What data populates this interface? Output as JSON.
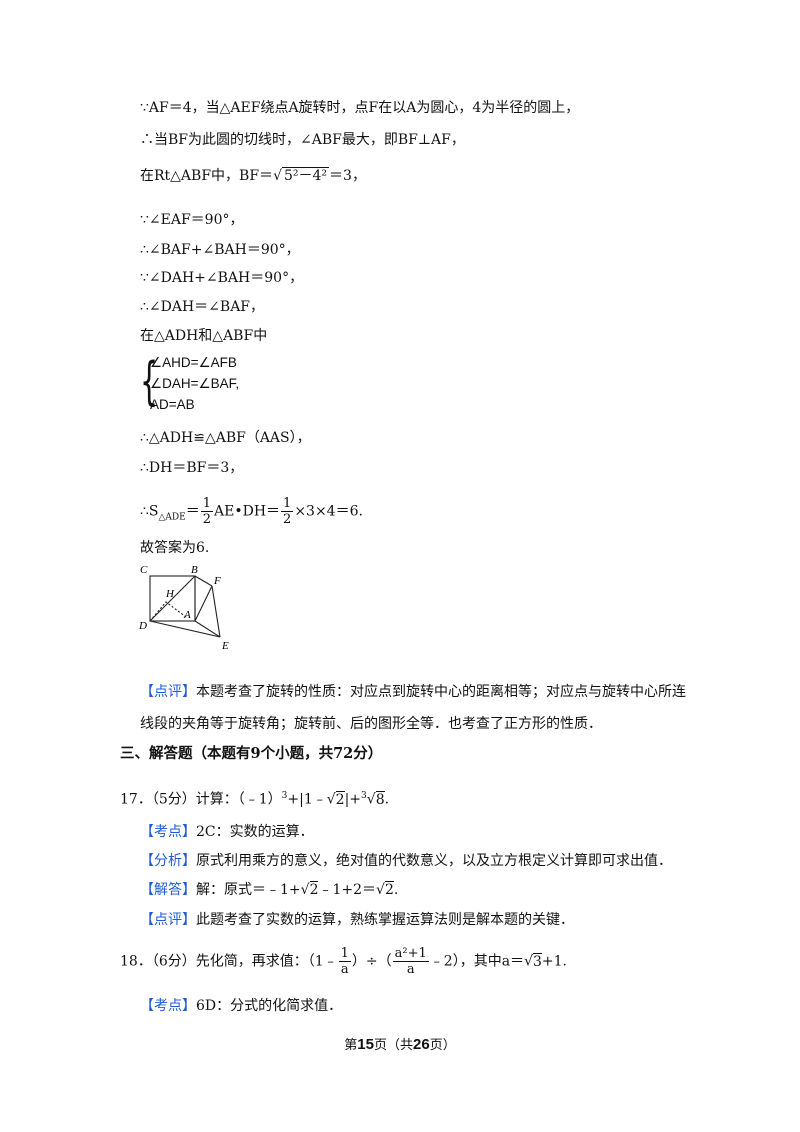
{
  "lines": {
    "l1": "∵AF＝4，当△AEF绕点A旋转时，点F在以A为圆心，4为半径的圆上，",
    "l2": "∴当BF为此圆的切线时，∠ABF最大，即BF⊥AF，",
    "l3_pre": "在Rt△ABF中，BF＝",
    "l3_rad": "5²－4²",
    "l3_post": "＝3，",
    "l4": "∵∠EAF＝90°，",
    "l5": "∴∠BAF+∠BAH＝90°，",
    "l6": "∵∠DAH+∠BAH＝90°，",
    "l7": "∴∠DAH＝∠BAF，",
    "l8": "在△ADH和△ABF中",
    "c1": "∠AHD=∠AFB",
    "c2": "∠DAH=∠BAF,",
    "c3": "AD=AB",
    "l9": "∴△ADH≌△ABF（AAS），",
    "l10": "∴DH＝BF＝3，",
    "l11_pre": "∴S",
    "l11_sub": "△ADE",
    "l11_eq": "＝",
    "l11_n1": "1",
    "l11_d1": "2",
    "l11_mid": "AE•DH＝",
    "l11_n2": "1",
    "l11_d2": "2",
    "l11_post": "×3×4＝6.",
    "l12": "故答案为6."
  },
  "figure": {
    "labels": [
      "C",
      "B",
      "F",
      "H",
      "A",
      "D",
      "E"
    ]
  },
  "review1": {
    "tag": "【点评】",
    "text1": "本题考查了旋转的性质：对应点到旋转中心的距离相等；对应点与旋转中心所连",
    "text2": "线段的夹角等于旋转角；旋转前、后的图形全等．也考查了正方形的性质．"
  },
  "section": "三、解答题（本题有9个小题，共72分）",
  "q17": {
    "pre": "17．（5分）计算：（﹣1）",
    "sup": "3",
    "mid": "+|1﹣",
    "rad1": "2",
    "mid2": "|+",
    "idx": "3",
    "rad2": "8",
    "post": ".",
    "kd_tag": "【考点】",
    "kd": "2C：实数的运算．",
    "fx_tag": "【分析】",
    "fx": "原式利用乘方的意义，绝对值的代数意义，以及立方根定义计算即可求出值．",
    "jd_tag": "【解答】",
    "jd_pre": "解：原式＝﹣1+",
    "jd_rad": "2",
    "jd_mid": "﹣1+2＝",
    "jd_rad2": "2",
    "jd_post": ".",
    "dp_tag": "【点评】",
    "dp": "此题考查了实数的运算，熟练掌握运算法则是解本题的关键．"
  },
  "q18": {
    "pre": "18．（6分）先化简，再求值：（1﹣",
    "n1": "1",
    "d1": "a",
    "mid": "）÷（",
    "n2": "a²+1",
    "d2": "a",
    "mid2": "﹣2），其中a＝",
    "rad": "3",
    "post": "+1.",
    "kd_tag": "【考点】",
    "kd": "6D：分式的化简求值．"
  },
  "footer": {
    "pre": "第",
    "page": "15",
    "mid": "页（共",
    "total": "26",
    "post": "页）"
  }
}
